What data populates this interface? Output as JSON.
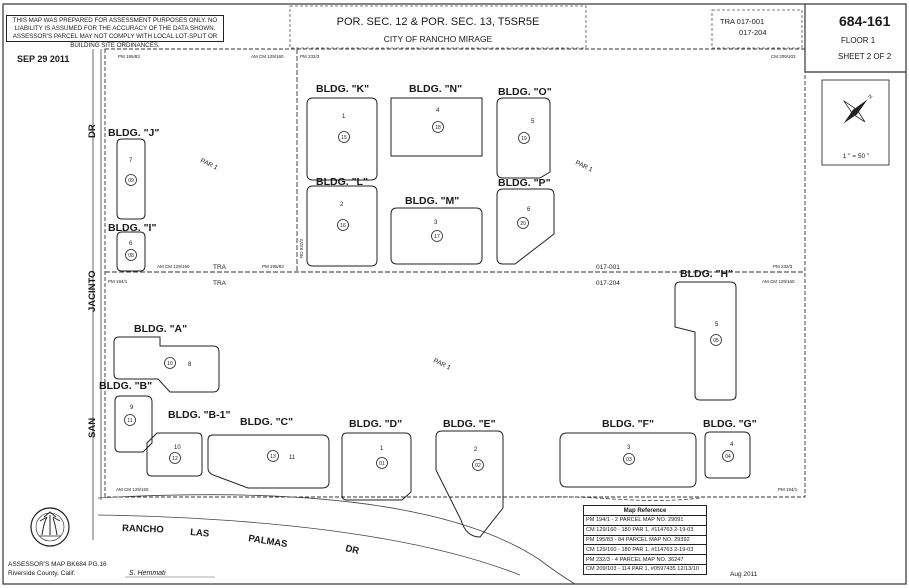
{
  "header": {
    "title": "POR. SEC. 12 & POR. SEC. 13, T5SR5E",
    "subtitle": "CITY OF RANCHO MIRAGE",
    "tra_numbers": [
      "TRA 017-001",
      "017-204"
    ],
    "map_number": "684-161",
    "floor": "FLOOR 1",
    "sheet": "SHEET 2 OF 2"
  },
  "disclaimer": "THIS MAP WAS PREPARED FOR ASSESSMENT PURPOSES ONLY. NO LIABILITY IS ASSUMED FOR THE ACCURACY OF THE DATA SHOWN. ASSESSOR'S PARCEL MAY NOT COMPLY WITH LOCAL LOT-SPLIT OR BUILDING SITE ORDINANCES.",
  "stamp_date": "SEP 29 2011",
  "scale": "1 \" = 50 \"",
  "streets": {
    "west": [
      "SAN",
      "JACINTO",
      "DR"
    ],
    "south": [
      "RANCHO",
      "LAS",
      "PALMAS",
      "DR"
    ]
  },
  "buildings": [
    {
      "label": "BLDG. \"K\"",
      "lot": "1",
      "parcel": "15"
    },
    {
      "label": "BLDG. \"N\"",
      "lot": "4",
      "parcel": "18"
    },
    {
      "label": "BLDG. \"O\"",
      "lot": "5",
      "parcel": "19"
    },
    {
      "label": "BLDG. \"L\"",
      "lot": "2",
      "parcel": "16"
    },
    {
      "label": "BLDG. \"M\"",
      "lot": "3",
      "parcel": "17"
    },
    {
      "label": "BLDG. \"P\"",
      "lot": "6",
      "parcel": "20"
    },
    {
      "label": "BLDG. \"J\"",
      "lot": "7",
      "parcel": "09"
    },
    {
      "label": "BLDG. \"I\"",
      "lot": "6",
      "parcel": "08"
    },
    {
      "label": "BLDG. \"H\"",
      "lot": "5",
      "parcel": "05"
    },
    {
      "label": "BLDG. \"A\"",
      "lot": "8",
      "parcel": "10"
    },
    {
      "label": "BLDG. \"B\"",
      "lot": "9",
      "parcel": "11"
    },
    {
      "label": "BLDG. \"B-1\"",
      "lot": "10",
      "parcel": "12"
    },
    {
      "label": "BLDG. \"C\"",
      "lot": "11",
      "parcel": "13"
    },
    {
      "label": "BLDG. \"D\"",
      "lot": "1",
      "parcel": "01"
    },
    {
      "label": "BLDG. \"E\"",
      "lot": "2",
      "parcel": "02"
    },
    {
      "label": "BLDG. \"F\"",
      "lot": "3",
      "parcel": "03"
    },
    {
      "label": "BLDG. \"G\"",
      "lot": "4",
      "parcel": "04"
    }
  ],
  "parcel_labels": [
    "PAR 1",
    "PAR 1",
    "PAR 1"
  ],
  "tra_divider": {
    "label": "TRA",
    "upper": "017-001",
    "lower": "017-204"
  },
  "references": [
    "PM 195/83",
    "AM CM 129/160",
    "PM 232/3",
    "CM 209/103",
    "PM 194/1",
    "RD 932/3"
  ],
  "map_reference": {
    "title": "Map Reference",
    "rows": [
      "PM  194/1 - 2   PARCEL MAP NO. 29091",
      "CM  129/160 - 180   PAR 1, #114763  2-19-03",
      "PM  195/83 - 84   PARCEL MAP NO. 29392",
      "CM  129/160 - 180   PAR 1, #114763  2-19-03",
      "PM  232/3 - 4   PARCEL MAP NO. 36247",
      "CM  209/103 - 114   PAR 1, #0597435 12/13/10"
    ]
  },
  "footer": {
    "map_ref": "ASSESSOR'S MAP BK684 PG.16",
    "county": "Riverside County, Calif.",
    "signature": "S. Hemmati",
    "date": "Aug 2011"
  }
}
